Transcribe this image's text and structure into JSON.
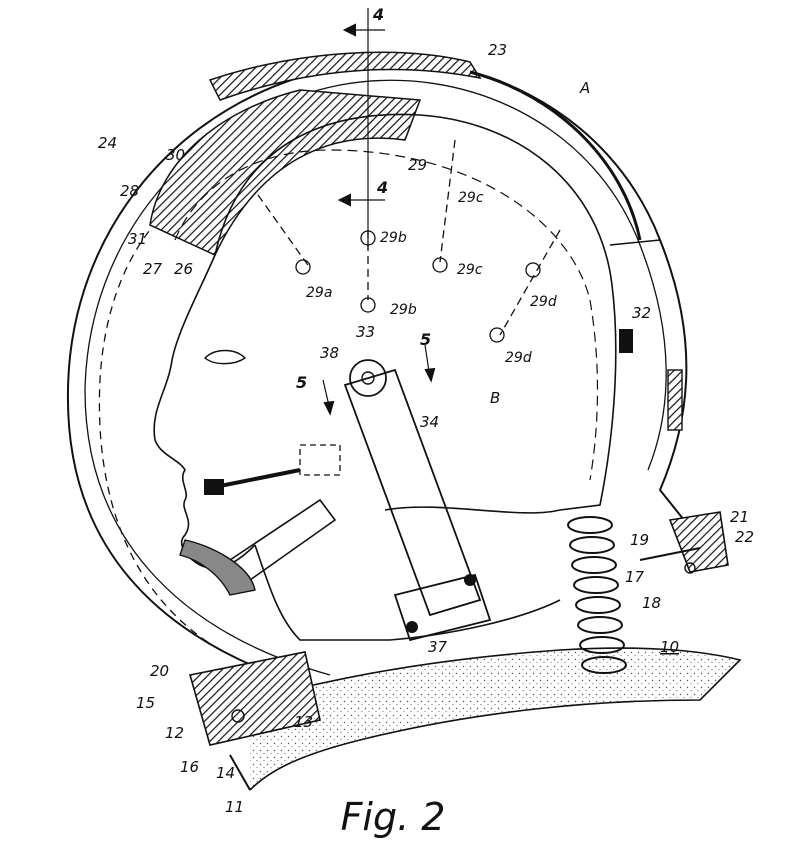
{
  "figure": {
    "caption": "Fig. 2"
  },
  "labels": {
    "l_4a": "4",
    "l_4b": "4",
    "l_23": "23",
    "l_A": "A",
    "l_24": "24",
    "l_30": "30",
    "l_29": "29",
    "l_28": "28",
    "l_29c1": "29c",
    "l_29b1": "29b",
    "l_31": "31",
    "l_27": "27",
    "l_26": "26",
    "l_29c2": "29c",
    "l_29a": "29a",
    "l_29d1": "29d",
    "l_29b2": "29b",
    "l_32": "32",
    "l_29d2": "29d",
    "l_33": "33",
    "l_5a": "5",
    "l_38": "38",
    "l_5b": "5",
    "l_B": "B",
    "l_34": "34",
    "l_21": "21",
    "l_22": "22",
    "l_19": "19",
    "l_17": "17",
    "l_18": "18",
    "l_37": "37",
    "l_10": "10",
    "l_20": "20",
    "l_15": "15",
    "l_12": "12",
    "l_13": "13",
    "l_16": "16",
    "l_14": "14",
    "l_11": "11"
  }
}
